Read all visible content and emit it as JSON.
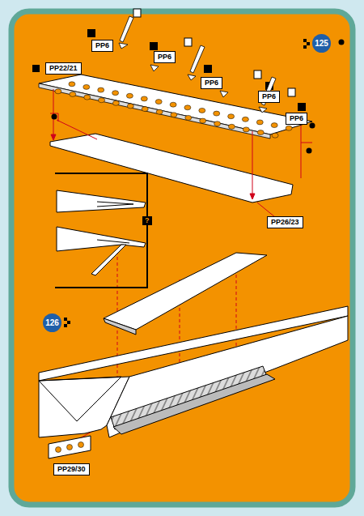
{
  "diagram": {
    "nodes": [
      {
        "text": [
          "PP6"
        ]
      },
      {
        "text": [
          "125"
        ]
      },
      {
        "text": [
          "PP6"
        ]
      },
      {
        "text": [
          "PP22/21"
        ]
      },
      {
        "text": [
          "PP6"
        ]
      },
      {
        "text": [
          "PP6"
        ]
      },
      {
        "text": [
          "PP6"
        ]
      },
      {
        "text": [
          "?"
        ]
      },
      {
        "text": [
          "PP26/23"
        ]
      },
      {
        "text": [
          "126"
        ]
      },
      {
        "text": [
          "PP29/30"
        ]
      }
    ]
  }
}
